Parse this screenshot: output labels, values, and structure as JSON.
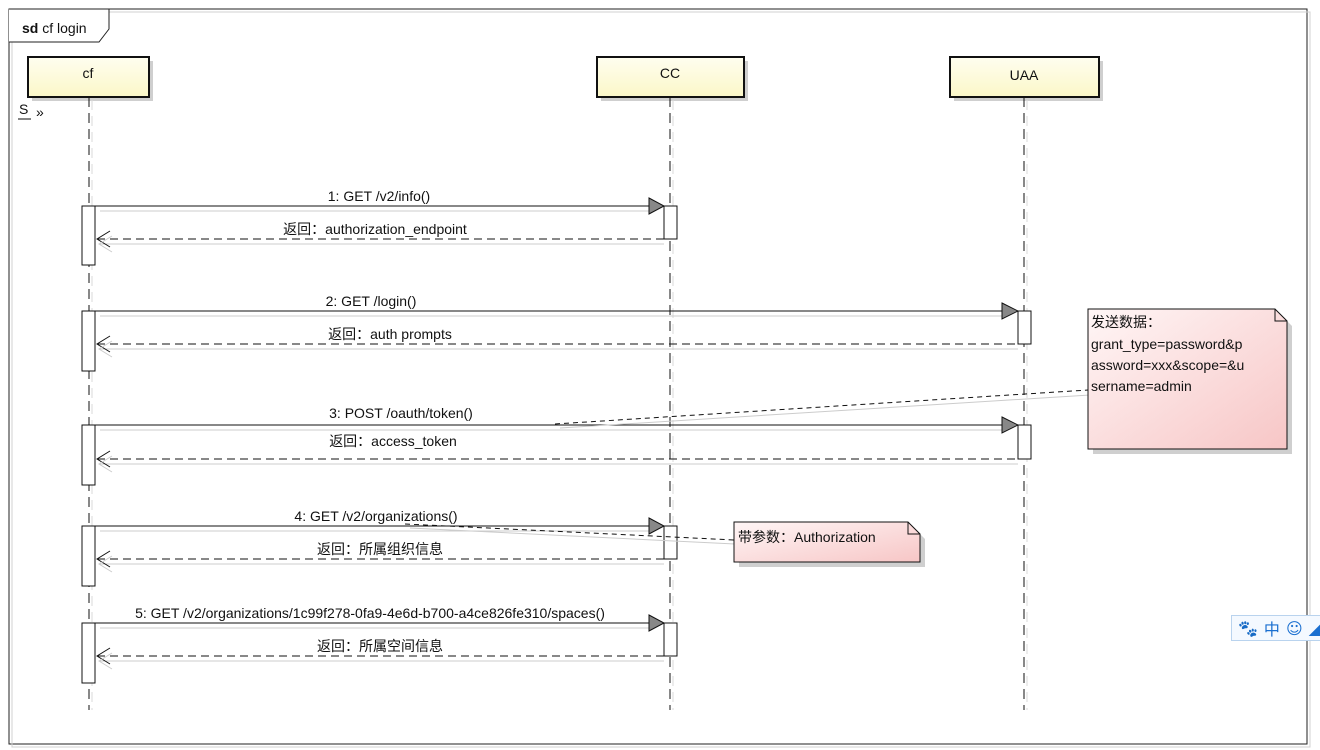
{
  "frame": {
    "keyword": "sd",
    "name": "cf login"
  },
  "lifelines": [
    {
      "id": "cf",
      "label": "cf"
    },
    {
      "id": "cc",
      "label": "CC"
    },
    {
      "id": "uaa",
      "label": "UAA"
    }
  ],
  "messages": [
    {
      "label": "1: GET /v2/info()",
      "reply": "返回：authorization_endpoint"
    },
    {
      "label": "2: GET /login()",
      "reply": "返回：auth prompts"
    },
    {
      "label": "3: POST /oauth/token()",
      "reply": "返回：access_token"
    },
    {
      "label": "4: GET /v2/organizations()",
      "reply": "返回：所属组织信息"
    },
    {
      "label": "5: GET /v2/organizations/1c99f278-0fa9-4e6d-b700-a4ce826fe310/spaces()",
      "reply": "返回：所属空间信息"
    }
  ],
  "notes": [
    {
      "lines": [
        "发送数据：",
        "grant_type=password&p",
        "assword=xxx&scope=&u",
        "sername=admin"
      ]
    },
    {
      "lines": [
        "带参数：Authorization"
      ]
    }
  ],
  "toolbar": {
    "icon_letter": "S",
    "icon_arrows": "»"
  },
  "ime_bar": {
    "paw_icon": "🐾",
    "zh_label": "中",
    "smile_icon": "☺",
    "more_icon": "◢"
  },
  "colors": {
    "lifeline_fill": "#fefde6",
    "note_fill": "#f9d7d7",
    "arrow_fill": "#888888"
  }
}
